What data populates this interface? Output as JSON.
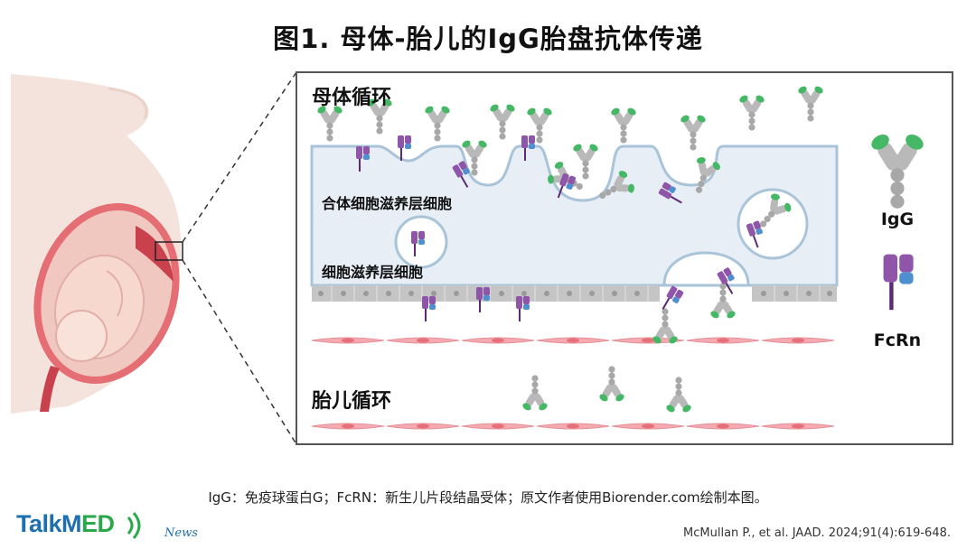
{
  "title": "图1. 母体-胎儿的IgG胎盘抗体传递",
  "regions": {
    "maternal": "母体循环",
    "fetal": "胎儿循环"
  },
  "layers": {
    "syncytiotrophoblast": "合体细胞滋养层细胞",
    "cytotrophoblast": "细胞滋养层细胞"
  },
  "legend": {
    "igg": "IgG",
    "fcrn": "FcRn"
  },
  "caption": "IgG：免疫球蛋白G；FcRN：新生儿片段结晶受体；原文作者使用Biorender.com绘制本图。",
  "citation": "McMullan P., et al. JAAD. 2024;91(4):619-648.",
  "brand": {
    "name_prefix": "TalkM",
    "name_suffix": "ED",
    "tagline": "News"
  },
  "colors": {
    "igg_fab": "#45b866",
    "igg_body": "#b9b9b9",
    "fcrn": "#8e55a8",
    "fcrn_b2m": "#4f8fd0",
    "syncytio_fill": "#e7eef6",
    "membrane": "#a9c4d8",
    "endothelium": "#f3a7ae",
    "cyto_layer": "#c5c5c5"
  }
}
